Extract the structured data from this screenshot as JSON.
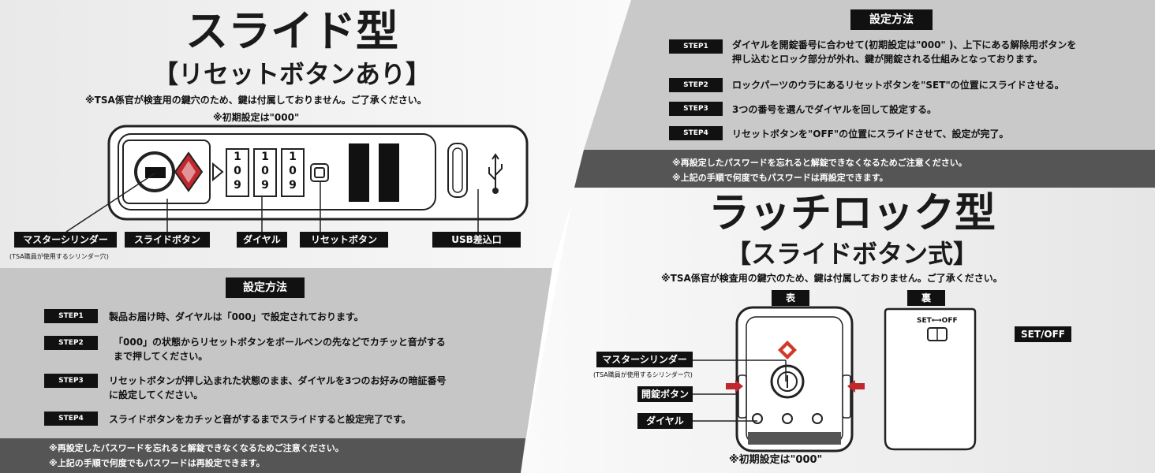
{
  "left": {
    "title": "スライド型",
    "subtitle": "【リセットボタンあり】",
    "note": "※TSA係官が検査用の鍵穴のため、鍵は付属しておりません。ご了承ください。",
    "initial": "※初期設定は\"000\"",
    "dial_digits": [
      "1",
      "0",
      "9"
    ],
    "labels": {
      "master": "マスターシリンダー",
      "master_sub": "(TSA職員が使用するシリンダー穴)",
      "slide": "スライドボタン",
      "dial": "ダイヤル",
      "reset": "リセットボタン",
      "usb": "USB差込口"
    },
    "settings_header": "設定方法",
    "steps": [
      {
        "tag": "STEP1",
        "text": "製品お届け時、ダイヤルは「000」で設定されております。"
      },
      {
        "tag": "STEP2",
        "text": "「000」の状態からリセットボタンをボールペンの先などでカチッと音がする\nまで押してください。"
      },
      {
        "tag": "STEP3",
        "text": "リセットボタンが押し込まれた状態のまま、ダイヤルを3つのお好みの暗証番号\nに設定してください。"
      },
      {
        "tag": "STEP4",
        "text": "スライドボタンをカチッと音がするまでスライドすると設定完了です。"
      }
    ],
    "footer": [
      "※再設定したパスワードを忘れると解錠できなくなるためご注意ください。",
      "※上記の手順で何度でもパスワードは再設定できます。"
    ]
  },
  "right": {
    "settings_header": "設定方法",
    "steps": [
      {
        "tag": "STEP1",
        "text": "ダイヤルを開錠番号に合わせて(初期設定は\"000\" )、上下にある解除用ボタンを\n押し込むとロック部分が外れ、鍵が開錠される仕組みとなっております。"
      },
      {
        "tag": "STEP2",
        "text": "ロックパーツのウラにあるリセットボタンを\"SET\"の位置にスライドさせる。"
      },
      {
        "tag": "STEP3",
        "text": "3つの番号を選んでダイヤルを回して設定する。"
      },
      {
        "tag": "STEP4",
        "text": "リセットボタンを\"OFF\"の位置にスライドさせて、設定が完了。"
      }
    ],
    "footer": [
      "※再設定したパスワードを忘れると解錠できなくなるためご注意ください。",
      "※上記の手順で何度でもパスワードは再設定できます。"
    ],
    "title": "ラッチロック型",
    "subtitle": "【スライドボタン式】",
    "note": "※TSA係官が検査用の鍵穴のため、鍵は付属しておりません。ご了承ください。",
    "front_label": "表",
    "back_label": "裏",
    "labels": {
      "master": "マスターシリンダー",
      "master_sub": "(TSA職員が使用するシリンダー穴)",
      "unlock": "開錠ボタン",
      "dial": "ダイヤル",
      "setoff": "SET/OFF",
      "setoff_small": "SET⟷OFF"
    },
    "initial": "※初期設定は\"000\""
  }
}
